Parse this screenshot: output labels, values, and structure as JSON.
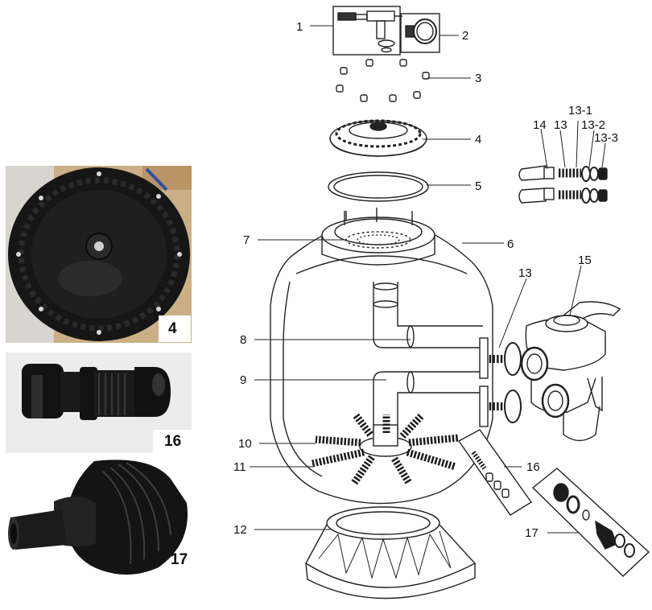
{
  "photos": [
    {
      "label": "4"
    },
    {
      "label": "16"
    },
    {
      "label": "17"
    }
  ],
  "callouts": {
    "p1": "1",
    "p2": "2",
    "p3": "3",
    "p4": "4",
    "p5": "5",
    "p6": "6",
    "p7": "7",
    "p8": "8",
    "p9": "9",
    "p10": "10",
    "p11": "11",
    "p12": "12",
    "p13": "13",
    "p13a": "13",
    "p13_1": "13-1",
    "p13_2": "13-2",
    "p13_3": "13-3",
    "p14": "14",
    "p15": "15",
    "p16": "16",
    "p17": "17"
  },
  "colors": {
    "line": "#222222",
    "photo4_bg": "#c9ab7c",
    "photo16_bg": "#e9e9e9",
    "part_black": "#141414"
  }
}
